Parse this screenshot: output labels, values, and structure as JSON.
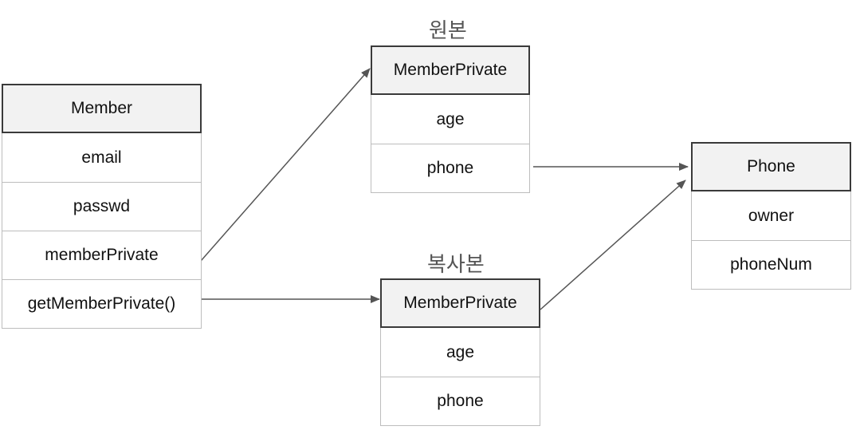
{
  "member": {
    "title": "Member",
    "fields": [
      "email",
      "passwd",
      "memberPrivate",
      "getMemberPrivate()"
    ]
  },
  "original": {
    "caption": "원본",
    "title": "MemberPrivate",
    "fields": [
      "age",
      "phone"
    ]
  },
  "copy": {
    "caption": "복사본",
    "title": "MemberPrivate",
    "fields": [
      "age",
      "phone"
    ]
  },
  "phone": {
    "title": "Phone",
    "fields": [
      "owner",
      "phoneNum"
    ]
  },
  "colors": {
    "arrow": "#555555",
    "header_fill": "#f2f2f2",
    "header_border": "#3a3a3a",
    "row_border": "#bdbdbd"
  }
}
